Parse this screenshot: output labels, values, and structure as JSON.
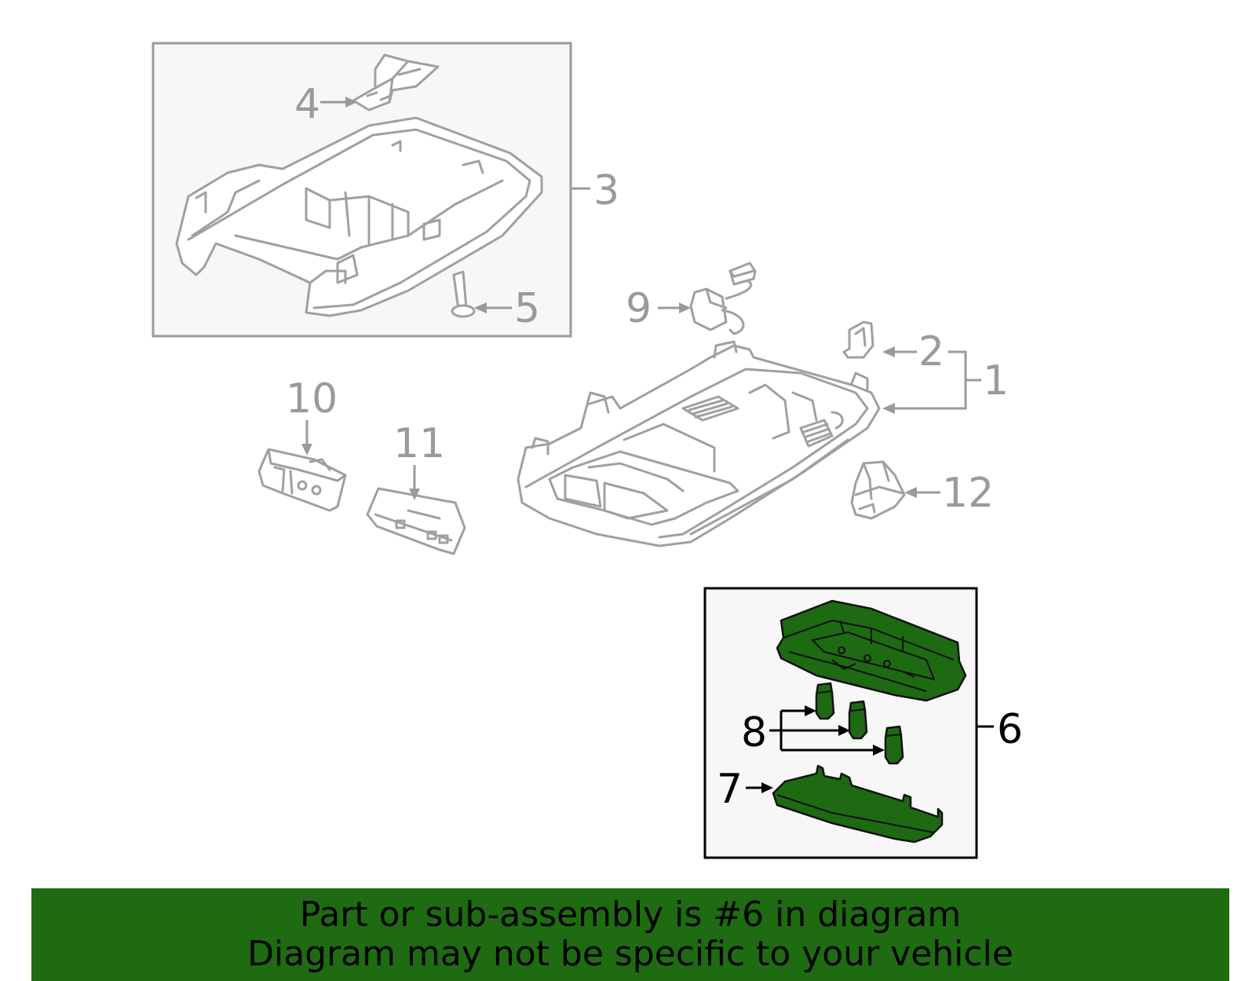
{
  "callouts": {
    "c1": "1",
    "c2": "2",
    "c3": "3",
    "c4": "4",
    "c5": "5",
    "c6": "6",
    "c7": "7",
    "c8": "8",
    "c9": "9",
    "c10": "10",
    "c11": "11",
    "c12": "12"
  },
  "banner": {
    "line1": "Part or sub-assembly is #6 in diagram",
    "line2": "Diagram may not be specific to your vehicle"
  },
  "colors": {
    "highlight_green": "#1e6b12",
    "part_gray": "#a0a0a0",
    "callout_gray": "#9a9a9a"
  }
}
